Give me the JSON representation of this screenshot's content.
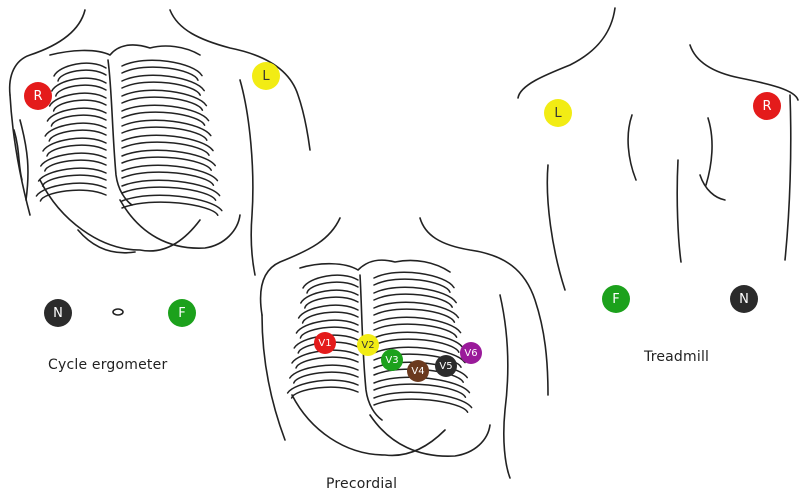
{
  "captions": {
    "cycle": "Cycle ergometer",
    "precordial": "Precordial",
    "treadmill": "Treadmill"
  },
  "electrodes": {
    "cycle": [
      {
        "label": "R",
        "color": "#e41b1b",
        "text_color": "#ffffff"
      },
      {
        "label": "L",
        "color": "#f2ec14",
        "text_color": "#333333"
      },
      {
        "label": "N",
        "color": "#2b2b2b",
        "text_color": "#ffffff"
      },
      {
        "label": "F",
        "color": "#1ca11c",
        "text_color": "#ffffff"
      }
    ],
    "precordial": [
      {
        "label": "V1",
        "color": "#e41b1b",
        "text_color": "#ffffff"
      },
      {
        "label": "V2",
        "color": "#f2ec14",
        "text_color": "#333333"
      },
      {
        "label": "V3",
        "color": "#1ca11c",
        "text_color": "#ffffff"
      },
      {
        "label": "V4",
        "color": "#6b3a1f",
        "text_color": "#ffffff"
      },
      {
        "label": "V5",
        "color": "#2b2b2b",
        "text_color": "#ffffff"
      },
      {
        "label": "V6",
        "color": "#9a1a9a",
        "text_color": "#ffffff"
      }
    ],
    "treadmill": [
      {
        "label": "L",
        "color": "#f2ec14",
        "text_color": "#333333"
      },
      {
        "label": "R",
        "color": "#e41b1b",
        "text_color": "#ffffff"
      },
      {
        "label": "F",
        "color": "#1ca11c",
        "text_color": "#ffffff"
      },
      {
        "label": "N",
        "color": "#2b2b2b",
        "text_color": "#ffffff"
      }
    ]
  }
}
